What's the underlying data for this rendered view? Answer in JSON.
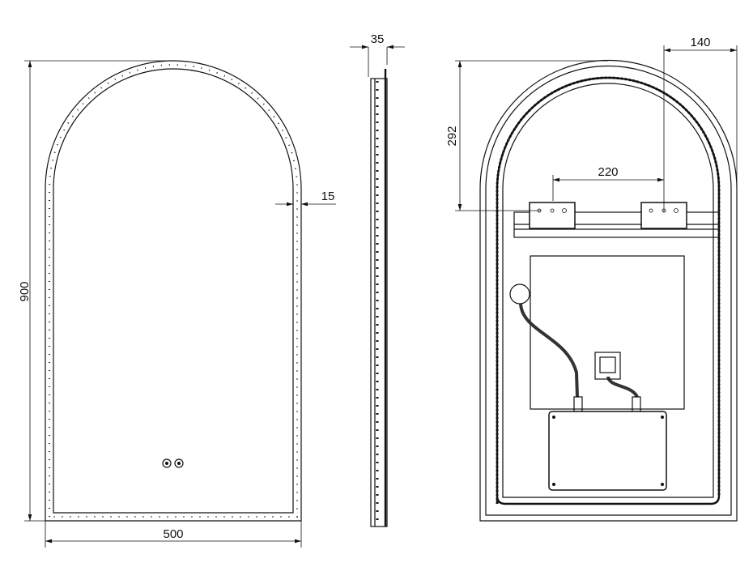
{
  "dimensions": {
    "height": "900",
    "width": "500",
    "frame": "15",
    "depth": "35",
    "bracket_offset": "140",
    "bracket_height": "292",
    "bracket_spacing": "220"
  }
}
